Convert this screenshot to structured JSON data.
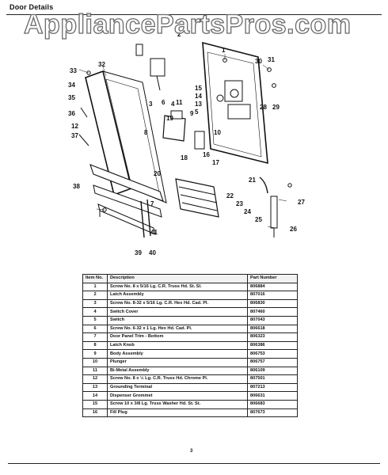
{
  "heading": "Door Details",
  "watermark": "AppliancePartsPros.com",
  "callouts": {
    "c1": "1",
    "c2": "2",
    "c3": "3",
    "c4": "4",
    "c5": "5",
    "c6": "6",
    "c7": "7",
    "c8": "8",
    "c9": "9",
    "c10": "10",
    "c11": "11",
    "c12": "12",
    "c13": "13",
    "c14": "14",
    "c15": "15",
    "c16": "16",
    "c17": "17",
    "c18": "18",
    "c19": "19",
    "c20": "20",
    "c21": "21",
    "c22": "22",
    "c23": "23",
    "c24": "24",
    "c25": "25",
    "c26": "26",
    "c27": "27",
    "c28": "28",
    "c29": "29",
    "c30": "30",
    "c31": "31",
    "c32": "32",
    "c33": "33",
    "c34": "34",
    "c35": "35",
    "c36": "36",
    "c37": "37",
    "c38": "38",
    "c39": "39",
    "c40": "40",
    "c41": "41"
  },
  "table": {
    "headers": [
      "Item No.",
      "Description",
      "Part Number"
    ],
    "rows": [
      {
        "item": "1",
        "description": "Screw No. 8 x 5/16 Lg. C.R. Truss Hd. St. Sl.",
        "part": "806884"
      },
      {
        "item": "2",
        "description": "Latch Assembly",
        "part": "807016"
      },
      {
        "item": "3",
        "description": "Screw No. 8-32 x 5/16 Lg. C.R. Hex Hd. Cad. Pl.",
        "part": "806830"
      },
      {
        "item": "4",
        "description": "Switch Cover",
        "part": "807460"
      },
      {
        "item": "5",
        "description": "Switch",
        "part": "807043"
      },
      {
        "item": "6",
        "description": "Screw No. 6-32 x 1 Lg. Hex Hd. Cad. Pl.",
        "part": "806618"
      },
      {
        "item": "7",
        "description": "Door Panel Trim - Bottom",
        "part": "806323"
      },
      {
        "item": "8",
        "description": "Latch Knob",
        "part": "806386"
      },
      {
        "item": "9",
        "description": "Body Assembly",
        "part": "806753"
      },
      {
        "item": "10",
        "description": "Plunger",
        "part": "806757"
      },
      {
        "item": "11",
        "description": "Bi-Metal Assembly",
        "part": "806109"
      },
      {
        "item": "12",
        "description": "Screw No. 8 x ½ Lg. C.R. Truss Hd. Chrome Pl.",
        "part": "807501"
      },
      {
        "item": "13",
        "description": "Grounding Terminal",
        "part": "807213"
      },
      {
        "item": "14",
        "description": "Dispenser Grommet",
        "part": "806631"
      },
      {
        "item": "15",
        "description": "Screw 10 x 3/8 Lg. Truss Washer Hd. St. St.",
        "part": "806683"
      },
      {
        "item": "16",
        "description": "Fill Plug",
        "part": "807673"
      }
    ]
  },
  "page_number": "3"
}
